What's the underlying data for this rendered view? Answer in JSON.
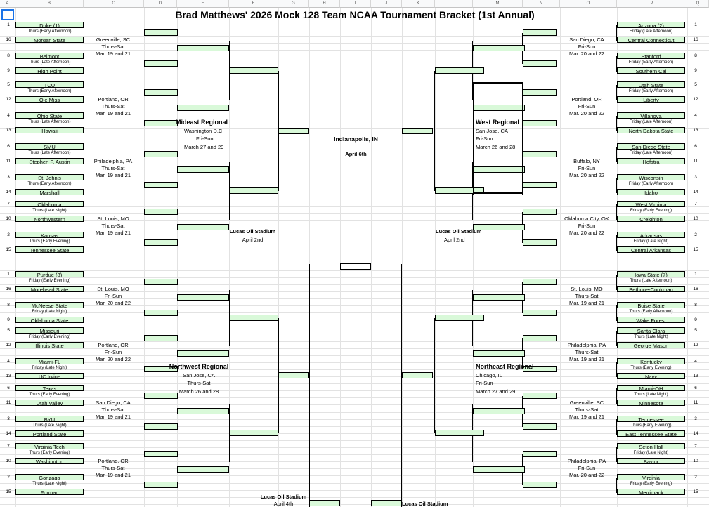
{
  "sheet": {
    "title": "Brad Matthews' 2026 Mock 128 Team NCAA Tournament Bracket (1st Annual)",
    "columns": [
      "A",
      "B",
      "C",
      "D",
      "E",
      "F",
      "G",
      "H",
      "I",
      "J",
      "K",
      "L",
      "M",
      "N",
      "O",
      "P",
      "Q"
    ]
  },
  "center": {
    "city": "Indianapolis, IN",
    "date": "April 6th"
  },
  "final_four": {
    "left": {
      "venue": "Lucas Oil Stadium",
      "date": "April 2nd"
    },
    "right": {
      "venue": "Lucas Oil Stadium",
      "date": "April 2nd"
    },
    "bottom_left": {
      "venue": "Lucas Oil Stadium",
      "date": "April 4th"
    },
    "bottom_right": {
      "venue": "Lucas Oil Stadium"
    }
  },
  "regionals": {
    "mideast": {
      "name": "Mideast Regional",
      "city": "Washington D.C.",
      "days": "Fri-Sun",
      "dates": "March 27 and 29"
    },
    "west": {
      "name": "West Regional",
      "city": "San Jose, CA",
      "days": "Fri-Sun",
      "dates": "March 26 and 28"
    },
    "northwest": {
      "name": "Northwest Regional",
      "city": "San Jose, CA",
      "days": "Thurs-Sat",
      "dates": "March 26 and 28"
    },
    "northeast": {
      "name": "Northeast Regional",
      "city": "Chicago, IL",
      "days": "Fri-Sun",
      "dates": "March 27 and 29"
    }
  },
  "left_pods": [
    {
      "sites": [
        "Greenville, SC",
        "Thurs-Sat",
        "Mar. 19 and 21"
      ],
      "games": [
        {
          "s1": "1",
          "t1": "Duke (1)",
          "time": "Thurs (Early Afternoon)",
          "s2": "16",
          "t2": "Morgan State"
        },
        {
          "s1": "8",
          "t1": "Belmont",
          "time": "Thurs (Late Afternoon)",
          "s2": "9",
          "t2": "High Point"
        }
      ]
    },
    {
      "sites": [
        "Portland, OR",
        "Thurs-Sat",
        "Mar. 19 and 21"
      ],
      "games": [
        {
          "s1": "5",
          "t1": "TCU",
          "time": "Thurs (Early Afternoon)",
          "s2": "12",
          "t2": "Ole Miss"
        },
        {
          "s1": "4",
          "t1": "Ohio State",
          "time": "Thurs (Late Afternoon)",
          "s2": "13",
          "t2": "Hawaii"
        }
      ]
    },
    {
      "sites": [
        "Philadelphia, PA",
        "Thurs-Sat",
        "Mar. 19 and 21"
      ],
      "games": [
        {
          "s1": "6",
          "t1": "SMU",
          "time": "Thurs (Late Afternoon)",
          "s2": "11",
          "t2": "Stephen F. Austin"
        },
        {
          "s1": "3",
          "t1": "St. John's",
          "time": "Thurs (Early Afternoon)",
          "s2": "14",
          "t2": "Marshall"
        }
      ]
    },
    {
      "sites": [
        "St. Louis, MO",
        "Thurs-Sat",
        "Mar. 19 and 21"
      ],
      "games": [
        {
          "s1": "7",
          "t1": "Oklahoma",
          "time": "Thurs (Late Night)",
          "s2": "10",
          "t2": "Northwestern"
        },
        {
          "s1": "2",
          "t1": "Kansas",
          "time": "Thurs (Early Evening)",
          "s2": "15",
          "t2": "Tennessee State"
        }
      ]
    },
    {
      "sites": [
        "St. Louis, MO",
        "Fri-Sun",
        "Mar. 20 and 22"
      ],
      "games": [
        {
          "s1": "1",
          "t1": "Purdue (8)",
          "time": "Friday (Early Evening)",
          "s2": "16",
          "t2": "Morehead State"
        },
        {
          "s1": "8",
          "t1": "McNeese State",
          "time": "Friday (Late Night)",
          "s2": "9",
          "t2": "Oklahoma State"
        }
      ]
    },
    {
      "sites": [
        "Portland, OR",
        "Fri-Sun",
        "Mar. 20 and 22"
      ],
      "games": [
        {
          "s1": "5",
          "t1": "Missouri",
          "time": "Friday (Early Evening)",
          "s2": "12",
          "t2": "Illinois State"
        },
        {
          "s1": "4",
          "t1": "Miami-FL",
          "time": "Friday (Late Night)",
          "s2": "13",
          "t2": "UC Irvine"
        }
      ]
    },
    {
      "sites": [
        "San Diego, CA",
        "Thurs-Sat",
        "Mar. 19 and 21"
      ],
      "games": [
        {
          "s1": "6",
          "t1": "Texas",
          "time": "Thurs (Early Evening)",
          "s2": "11",
          "t2": "Utah Valley"
        },
        {
          "s1": "3",
          "t1": "BYU",
          "time": "Thurs (Late Night)",
          "s2": "14",
          "t2": "Portland State"
        }
      ]
    },
    {
      "sites": [
        "Portland, OR",
        "Thurs-Sat",
        "Mar. 19 and 21"
      ],
      "games": [
        {
          "s1": "7",
          "t1": "Virginia Tech",
          "time": "Thurs (Early Evening)",
          "s2": "10",
          "t2": "Washington"
        },
        {
          "s1": "2",
          "t1": "Gonzaga",
          "time": "Thurs (Late Night)",
          "s2": "15",
          "t2": "Furman"
        }
      ]
    }
  ],
  "right_pods": [
    {
      "sites": [
        "San Diego, CA",
        "Fri-Sun",
        "Mar. 20 and 22"
      ],
      "games": [
        {
          "s1": "1",
          "t1": "Arizona (2)",
          "time": "Friday (Late Afternoon)",
          "s2": "16",
          "t2": "Central Connecticut"
        },
        {
          "s1": "8",
          "t1": "Stanford",
          "time": "Friday (Early Afternoon)",
          "s2": "9",
          "t2": "Southern Cal"
        }
      ]
    },
    {
      "sites": [
        "Portland, OR",
        "Fri-Sun",
        "Mar. 20 and 22"
      ],
      "games": [
        {
          "s1": "5",
          "t1": "Utah State",
          "time": "Friday (Early Afternoon)",
          "s2": "12",
          "t2": "Liberty"
        },
        {
          "s1": "4",
          "t1": "Villanova",
          "time": "Friday (Late Afternoon)",
          "s2": "13",
          "t2": "North Dakota State"
        }
      ]
    },
    {
      "sites": [
        "Buffalo, NY",
        "Fri-Sun",
        "Mar. 20 and 22"
      ],
      "games": [
        {
          "s1": "6",
          "t1": "San Diego State",
          "time": "Friday (Late Afternoon)",
          "s2": "11",
          "t2": "Hofstra"
        },
        {
          "s1": "3",
          "t1": "Wisconsin",
          "time": "Friday (Early Afternoon)",
          "s2": "14",
          "t2": "Idaho"
        }
      ]
    },
    {
      "sites": [
        "Oklahoma City, OK",
        "Fri-Sun",
        "Mar. 20 and 22"
      ],
      "games": [
        {
          "s1": "7",
          "t1": "West Virginia",
          "time": "Friday (Early Evening)",
          "s2": "10",
          "t2": "Creighton"
        },
        {
          "s1": "2",
          "t1": "Arkansas",
          "time": "Friday (Late Night)",
          "s2": "15",
          "t2": "Central Arkansas"
        }
      ]
    },
    {
      "sites": [
        "St. Louis, MO",
        "Thurs-Sat",
        "Mar. 19 and 21"
      ],
      "games": [
        {
          "s1": "1",
          "t1": "Iowa State (7)",
          "time": "Thurs (Late Afternoon)",
          "s2": "16",
          "t2": "Bethune-Cookman"
        },
        {
          "s1": "8",
          "t1": "Boise State",
          "time": "Thurs (Early Afternoon)",
          "s2": "9",
          "t2": "Wake Forest"
        }
      ]
    },
    {
      "sites": [
        "Philadelphia, PA",
        "Thurs-Sat",
        "Mar. 19 and 21"
      ],
      "games": [
        {
          "s1": "5",
          "t1": "Santa Clara",
          "time": "Thurs (Late Night)",
          "s2": "12",
          "t2": "George Mason"
        },
        {
          "s1": "4",
          "t1": "Kentucky",
          "time": "Thurs (Early Evening)",
          "s2": "13",
          "t2": "Navy"
        }
      ]
    },
    {
      "sites": [
        "Greenville, SC",
        "Thurs-Sat",
        "Mar. 19 and 21"
      ],
      "games": [
        {
          "s1": "6",
          "t1": "Miami-OH",
          "time": "Thurs (Late Night)",
          "s2": "11",
          "t2": "Minnesota"
        },
        {
          "s1": "3",
          "t1": "Tennessee",
          "time": "Thurs (Early Evening)",
          "s2": "14",
          "t2": "East Tennessee State"
        }
      ]
    },
    {
      "sites": [
        "Philadelphia, PA",
        "Fri-Sun",
        "Mar. 20 and 22"
      ],
      "games": [
        {
          "s1": "7",
          "t1": "Seton Hall",
          "time": "Friday (Late Night)",
          "s2": "10",
          "t2": "Baylor"
        },
        {
          "s1": "2",
          "t1": "Virginia",
          "time": "Friday (Early Evening)",
          "s2": "15",
          "t2": "Merrimack"
        }
      ]
    }
  ]
}
